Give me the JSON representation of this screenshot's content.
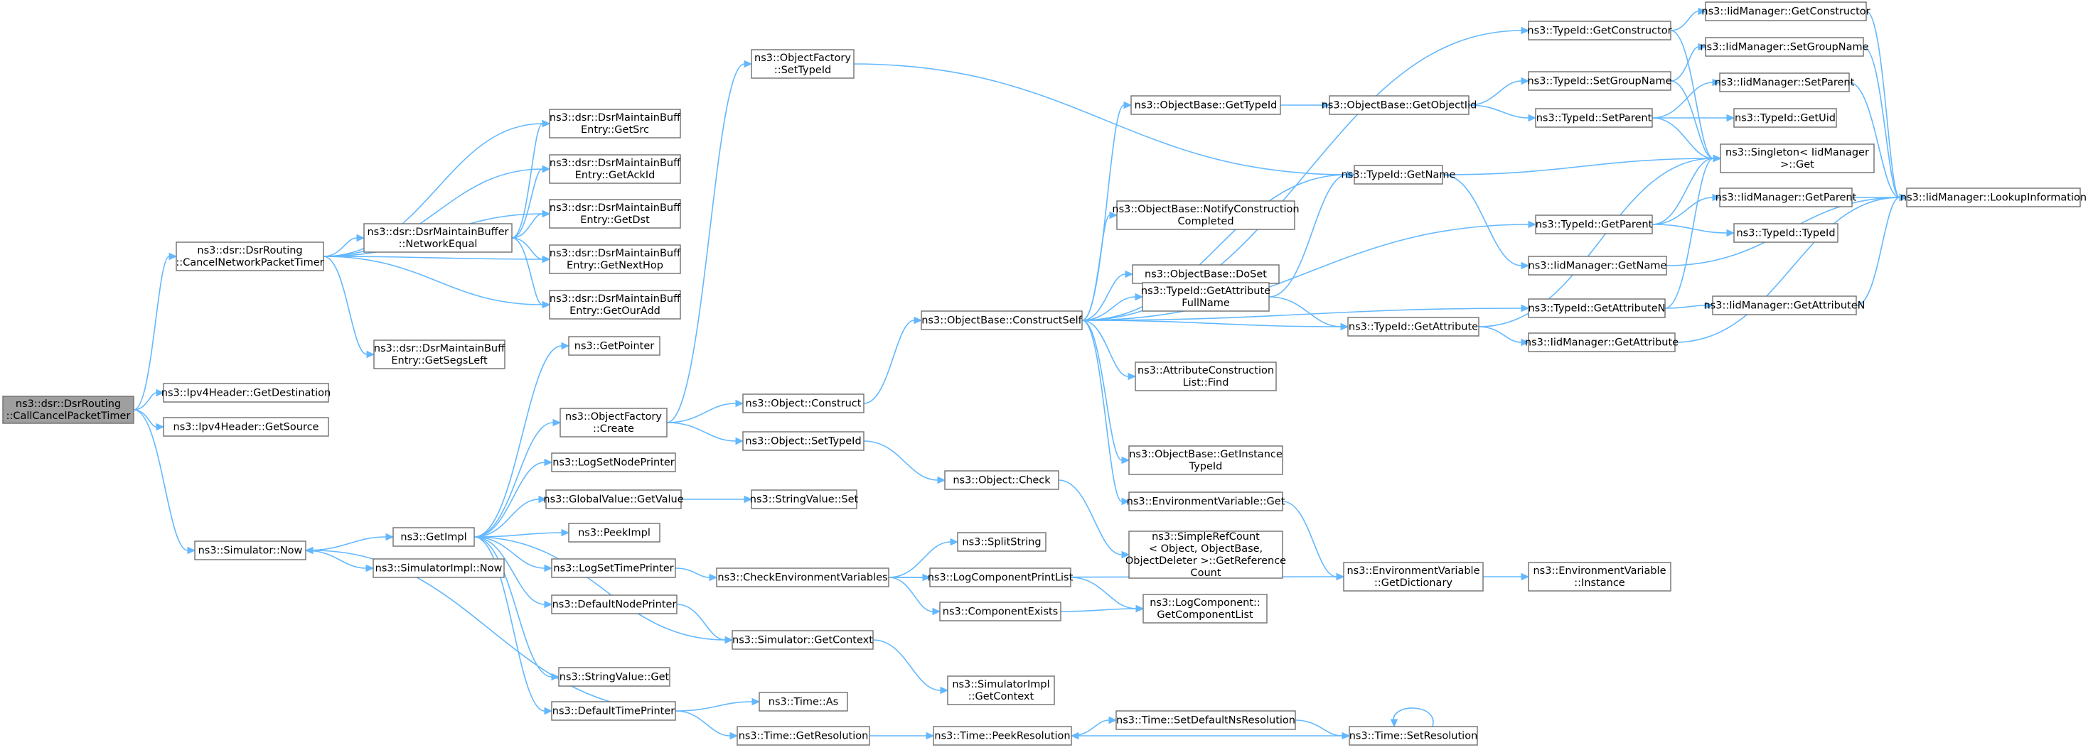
{
  "colors": {
    "edge": "#63b8ff",
    "node_border": "#6f6f6f",
    "root_fill": "#9f9f9f",
    "background": "#ffffff"
  },
  "nodes": [
    {
      "id": "n0",
      "lines": [
        "ns3::dsr::DsrRouting",
        "::CallCancelPacketTimer"
      ],
      "root": true
    },
    {
      "id": "n1",
      "lines": [
        "ns3::dsr::DsrRouting",
        "::CancelNetworkPacketTimer"
      ]
    },
    {
      "id": "n2",
      "lines": [
        "ns3::Ipv4Header::GetDestination"
      ]
    },
    {
      "id": "n3",
      "lines": [
        "ns3::Ipv4Header::GetSource"
      ]
    },
    {
      "id": "n4",
      "lines": [
        "ns3::Simulator::Now"
      ]
    },
    {
      "id": "n5",
      "lines": [
        "ns3::dsr::DsrMaintainBuffer",
        "::NetworkEqual"
      ]
    },
    {
      "id": "n6",
      "lines": [
        "ns3::dsr::DsrMaintainBuff",
        "Entry::GetSrc"
      ]
    },
    {
      "id": "n7",
      "lines": [
        "ns3::dsr::DsrMaintainBuff",
        "Entry::GetAckId"
      ]
    },
    {
      "id": "n8",
      "lines": [
        "ns3::dsr::DsrMaintainBuff",
        "Entry::GetDst"
      ]
    },
    {
      "id": "n9",
      "lines": [
        "ns3::dsr::DsrMaintainBuff",
        "Entry::GetNextHop"
      ]
    },
    {
      "id": "n10",
      "lines": [
        "ns3::dsr::DsrMaintainBuff",
        "Entry::GetOurAdd"
      ]
    },
    {
      "id": "n11",
      "lines": [
        "ns3::dsr::DsrMaintainBuff",
        "Entry::GetSegsLeft"
      ]
    },
    {
      "id": "n12",
      "lines": [
        "ns3::GetImpl"
      ]
    },
    {
      "id": "n13",
      "lines": [
        "ns3::SimulatorImpl::Now"
      ]
    },
    {
      "id": "n14",
      "lines": [
        "ns3::GetPointer"
      ]
    },
    {
      "id": "n15",
      "lines": [
        "ns3::ObjectFactory",
        "::Create"
      ]
    },
    {
      "id": "n16",
      "lines": [
        "ns3::LogSetNodePrinter"
      ]
    },
    {
      "id": "n17",
      "lines": [
        "ns3::GlobalValue::GetValue"
      ]
    },
    {
      "id": "n18",
      "lines": [
        "ns3::PeekImpl"
      ]
    },
    {
      "id": "n19",
      "lines": [
        "ns3::LogSetTimePrinter"
      ]
    },
    {
      "id": "n20",
      "lines": [
        "ns3::DefaultNodePrinter"
      ]
    },
    {
      "id": "n21",
      "lines": [
        "ns3::StringValue::Get"
      ]
    },
    {
      "id": "n22",
      "lines": [
        "ns3::DefaultTimePrinter"
      ]
    },
    {
      "id": "n23",
      "lines": [
        "ns3::ObjectFactory",
        "::SetTypeId"
      ]
    },
    {
      "id": "n24",
      "lines": [
        "ns3::Object::Construct"
      ]
    },
    {
      "id": "n25",
      "lines": [
        "ns3::Object::SetTypeId"
      ]
    },
    {
      "id": "n26",
      "lines": [
        "ns3::StringValue::Set"
      ]
    },
    {
      "id": "n27",
      "lines": [
        "ns3::CheckEnvironmentVariables"
      ]
    },
    {
      "id": "n28",
      "lines": [
        "ns3::Simulator::GetContext"
      ]
    },
    {
      "id": "n29",
      "lines": [
        "ns3::Time::As"
      ]
    },
    {
      "id": "n30",
      "lines": [
        "ns3::Time::GetResolution"
      ]
    },
    {
      "id": "n31",
      "lines": [
        "ns3::ObjectBase::ConstructSelf"
      ]
    },
    {
      "id": "n32",
      "lines": [
        "ns3::Object::Check"
      ]
    },
    {
      "id": "n33",
      "lines": [
        "ns3::SplitString"
      ]
    },
    {
      "id": "n34",
      "lines": [
        "ns3::LogComponentPrintList"
      ]
    },
    {
      "id": "n35",
      "lines": [
        "ns3::ComponentExists"
      ]
    },
    {
      "id": "n36",
      "lines": [
        "ns3::SimulatorImpl",
        "::GetContext"
      ]
    },
    {
      "id": "n37",
      "lines": [
        "ns3::Time::PeekResolution"
      ]
    },
    {
      "id": "n38",
      "lines": [
        "ns3::ObjectBase::GetTypeId"
      ]
    },
    {
      "id": "n39",
      "lines": [
        "ns3::ObjectBase::NotifyConstruction",
        "Completed"
      ]
    },
    {
      "id": "n40",
      "lines": [
        "ns3::ObjectBase::DoSet"
      ]
    },
    {
      "id": "n41",
      "lines": [
        "ns3::TypeId::GetAttribute",
        "FullName"
      ]
    },
    {
      "id": "n42",
      "lines": [
        "ns3::AttributeConstruction",
        "List::Find"
      ]
    },
    {
      "id": "n43",
      "lines": [
        "ns3::ObjectBase::GetInstance",
        "TypeId"
      ]
    },
    {
      "id": "n44",
      "lines": [
        "ns3::EnvironmentVariable::Get"
      ]
    },
    {
      "id": "n45",
      "lines": [
        "ns3::SimpleRefCount",
        "< Object, ObjectBase,",
        "ObjectDeleter >::GetReference",
        "Count"
      ]
    },
    {
      "id": "n46",
      "lines": [
        "ns3::LogComponent::",
        "GetComponentList"
      ]
    },
    {
      "id": "n47",
      "lines": [
        "ns3::Time::SetDefaultNsResolution"
      ]
    },
    {
      "id": "n48",
      "lines": [
        "ns3::ObjectBase::GetObjectIid"
      ]
    },
    {
      "id": "n49",
      "lines": [
        "ns3::TypeId::GetName"
      ]
    },
    {
      "id": "n50",
      "lines": [
        "ns3::TypeId::GetAttribute"
      ]
    },
    {
      "id": "n51",
      "lines": [
        "ns3::EnvironmentVariable",
        "::GetDictionary"
      ]
    },
    {
      "id": "n52",
      "lines": [
        "ns3::Time::SetResolution"
      ]
    },
    {
      "id": "n53",
      "lines": [
        "ns3::TypeId::GetConstructor"
      ]
    },
    {
      "id": "n54",
      "lines": [
        "ns3::TypeId::SetGroupName"
      ]
    },
    {
      "id": "n55",
      "lines": [
        "ns3::TypeId::SetParent"
      ]
    },
    {
      "id": "n56",
      "lines": [
        "ns3::TypeId::GetParent"
      ]
    },
    {
      "id": "n57",
      "lines": [
        "ns3::IidManager::GetName"
      ]
    },
    {
      "id": "n58",
      "lines": [
        "ns3::TypeId::GetAttributeN"
      ]
    },
    {
      "id": "n59",
      "lines": [
        "ns3::IidManager::GetAttribute"
      ]
    },
    {
      "id": "n60",
      "lines": [
        "ns3::EnvironmentVariable",
        "::Instance"
      ]
    },
    {
      "id": "n61",
      "lines": [
        "ns3::IidManager::GetConstructor"
      ]
    },
    {
      "id": "n62",
      "lines": [
        "ns3::IidManager::SetGroupName"
      ]
    },
    {
      "id": "n63",
      "lines": [
        "ns3::IidManager::SetParent"
      ]
    },
    {
      "id": "n64",
      "lines": [
        "ns3::TypeId::GetUid"
      ]
    },
    {
      "id": "n65",
      "lines": [
        "ns3::Singleton< IidManager",
        ">::Get"
      ]
    },
    {
      "id": "n66",
      "lines": [
        "ns3::IidManager::GetParent"
      ]
    },
    {
      "id": "n67",
      "lines": [
        "ns3::TypeId::TypeId"
      ]
    },
    {
      "id": "n68",
      "lines": [
        "ns3::IidManager::GetAttributeN"
      ]
    },
    {
      "id": "n69",
      "lines": [
        "ns3::IidManager::LookupInformation"
      ]
    }
  ],
  "edges": [
    [
      "n0",
      "n1"
    ],
    [
      "n0",
      "n2"
    ],
    [
      "n0",
      "n3"
    ],
    [
      "n0",
      "n4"
    ],
    [
      "n1",
      "n5"
    ],
    [
      "n1",
      "n6"
    ],
    [
      "n1",
      "n7"
    ],
    [
      "n1",
      "n8"
    ],
    [
      "n1",
      "n9"
    ],
    [
      "n1",
      "n10"
    ],
    [
      "n1",
      "n11"
    ],
    [
      "n5",
      "n6"
    ],
    [
      "n5",
      "n7"
    ],
    [
      "n5",
      "n8"
    ],
    [
      "n5",
      "n9"
    ],
    [
      "n5",
      "n10"
    ],
    [
      "n4",
      "n12"
    ],
    [
      "n4",
      "n13"
    ],
    [
      "n12",
      "n14"
    ],
    [
      "n12",
      "n15"
    ],
    [
      "n12",
      "n16"
    ],
    [
      "n12",
      "n17"
    ],
    [
      "n12",
      "n18"
    ],
    [
      "n12",
      "n19"
    ],
    [
      "n12",
      "n20"
    ],
    [
      "n12",
      "n21"
    ],
    [
      "n12",
      "n22"
    ],
    [
      "n12",
      "n28"
    ],
    [
      "n15",
      "n23"
    ],
    [
      "n15",
      "n24"
    ],
    [
      "n15",
      "n25"
    ],
    [
      "n17",
      "n26"
    ],
    [
      "n19",
      "n27"
    ],
    [
      "n20",
      "n28"
    ],
    [
      "n22",
      "n4"
    ],
    [
      "n22",
      "n29"
    ],
    [
      "n22",
      "n30"
    ],
    [
      "n23",
      "n49"
    ],
    [
      "n24",
      "n31"
    ],
    [
      "n25",
      "n32"
    ],
    [
      "n27",
      "n33"
    ],
    [
      "n27",
      "n34"
    ],
    [
      "n27",
      "n35"
    ],
    [
      "n27",
      "n51"
    ],
    [
      "n28",
      "n36"
    ],
    [
      "n30",
      "n37"
    ],
    [
      "n31",
      "n38"
    ],
    [
      "n31",
      "n39"
    ],
    [
      "n31",
      "n40"
    ],
    [
      "n31",
      "n41"
    ],
    [
      "n31",
      "n42"
    ],
    [
      "n31",
      "n43"
    ],
    [
      "n31",
      "n44"
    ],
    [
      "n31",
      "n49"
    ],
    [
      "n31",
      "n50"
    ],
    [
      "n31",
      "n56"
    ],
    [
      "n31",
      "n58"
    ],
    [
      "n31",
      "n53"
    ],
    [
      "n32",
      "n45"
    ],
    [
      "n34",
      "n46"
    ],
    [
      "n35",
      "n46"
    ],
    [
      "n44",
      "n51"
    ],
    [
      "n37",
      "n47"
    ],
    [
      "n47",
      "n52"
    ],
    [
      "n52",
      "n37"
    ],
    [
      "n52",
      "n52"
    ],
    [
      "n38",
      "n48"
    ],
    [
      "n41",
      "n49"
    ],
    [
      "n41",
      "n50"
    ],
    [
      "n48",
      "n54"
    ],
    [
      "n48",
      "n55"
    ],
    [
      "n49",
      "n57"
    ],
    [
      "n49",
      "n65"
    ],
    [
      "n50",
      "n59"
    ],
    [
      "n50",
      "n65"
    ],
    [
      "n51",
      "n60"
    ],
    [
      "n53",
      "n61"
    ],
    [
      "n53",
      "n65"
    ],
    [
      "n54",
      "n62"
    ],
    [
      "n54",
      "n65"
    ],
    [
      "n55",
      "n63"
    ],
    [
      "n55",
      "n64"
    ],
    [
      "n55",
      "n65"
    ],
    [
      "n56",
      "n66"
    ],
    [
      "n56",
      "n67"
    ],
    [
      "n56",
      "n65"
    ],
    [
      "n57",
      "n69"
    ],
    [
      "n58",
      "n68"
    ],
    [
      "n58",
      "n65"
    ],
    [
      "n59",
      "n69"
    ],
    [
      "n61",
      "n69"
    ],
    [
      "n62",
      "n69"
    ],
    [
      "n63",
      "n69"
    ],
    [
      "n66",
      "n69"
    ],
    [
      "n68",
      "n69"
    ]
  ]
}
